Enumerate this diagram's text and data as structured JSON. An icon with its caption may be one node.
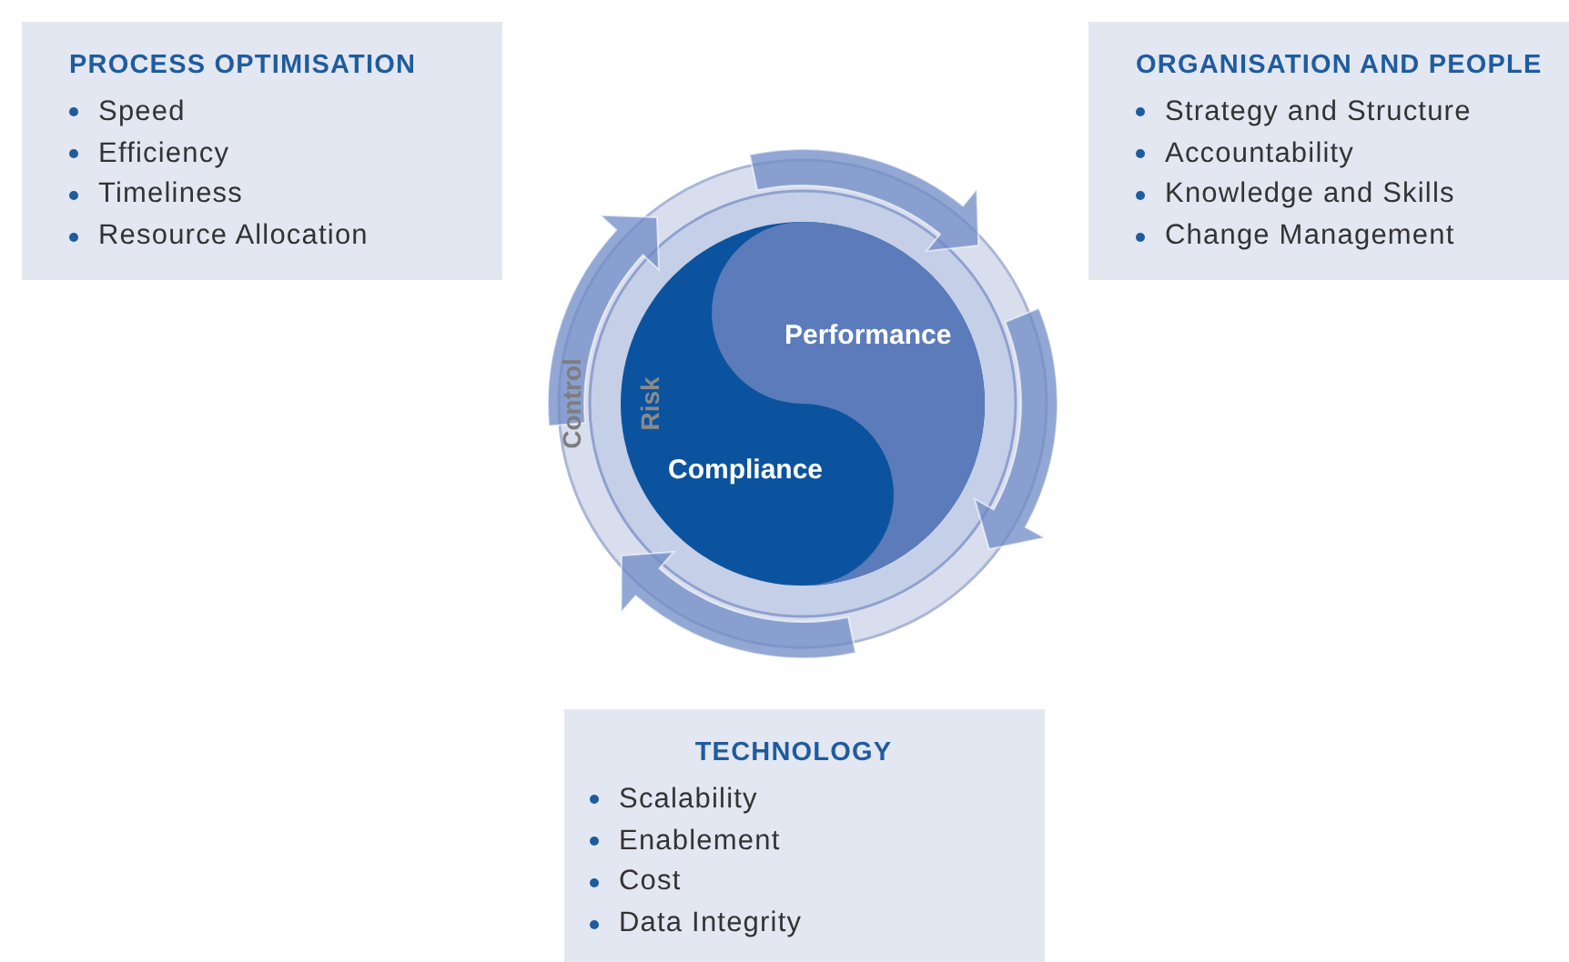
{
  "diagram": {
    "nodes": [
      {
        "text": [
          "PROCESS OPTIMISATION",
          "Speed",
          "Efficiency",
          "Timeliness",
          "Resource Allocation"
        ]
      },
      {
        "text": [
          "ORGANISATION AND PEOPLE",
          "Strategy and Structure",
          "Accountability",
          "Knowledge and Skills",
          "Change Management"
        ]
      },
      {
        "text": [
          "Control"
        ]
      },
      {
        "text": [
          "Risk"
        ],
        "in": 2
      },
      {
        "text": [
          "Performance"
        ],
        "in": 3
      },
      {
        "text": [
          "Compliance"
        ],
        "in": 3
      },
      {
        "text": [
          "TECHNOLOGY",
          "Scalability",
          "Enablement",
          "Cost",
          "Data Integrity"
        ]
      }
    ],
    "edges": []
  }
}
